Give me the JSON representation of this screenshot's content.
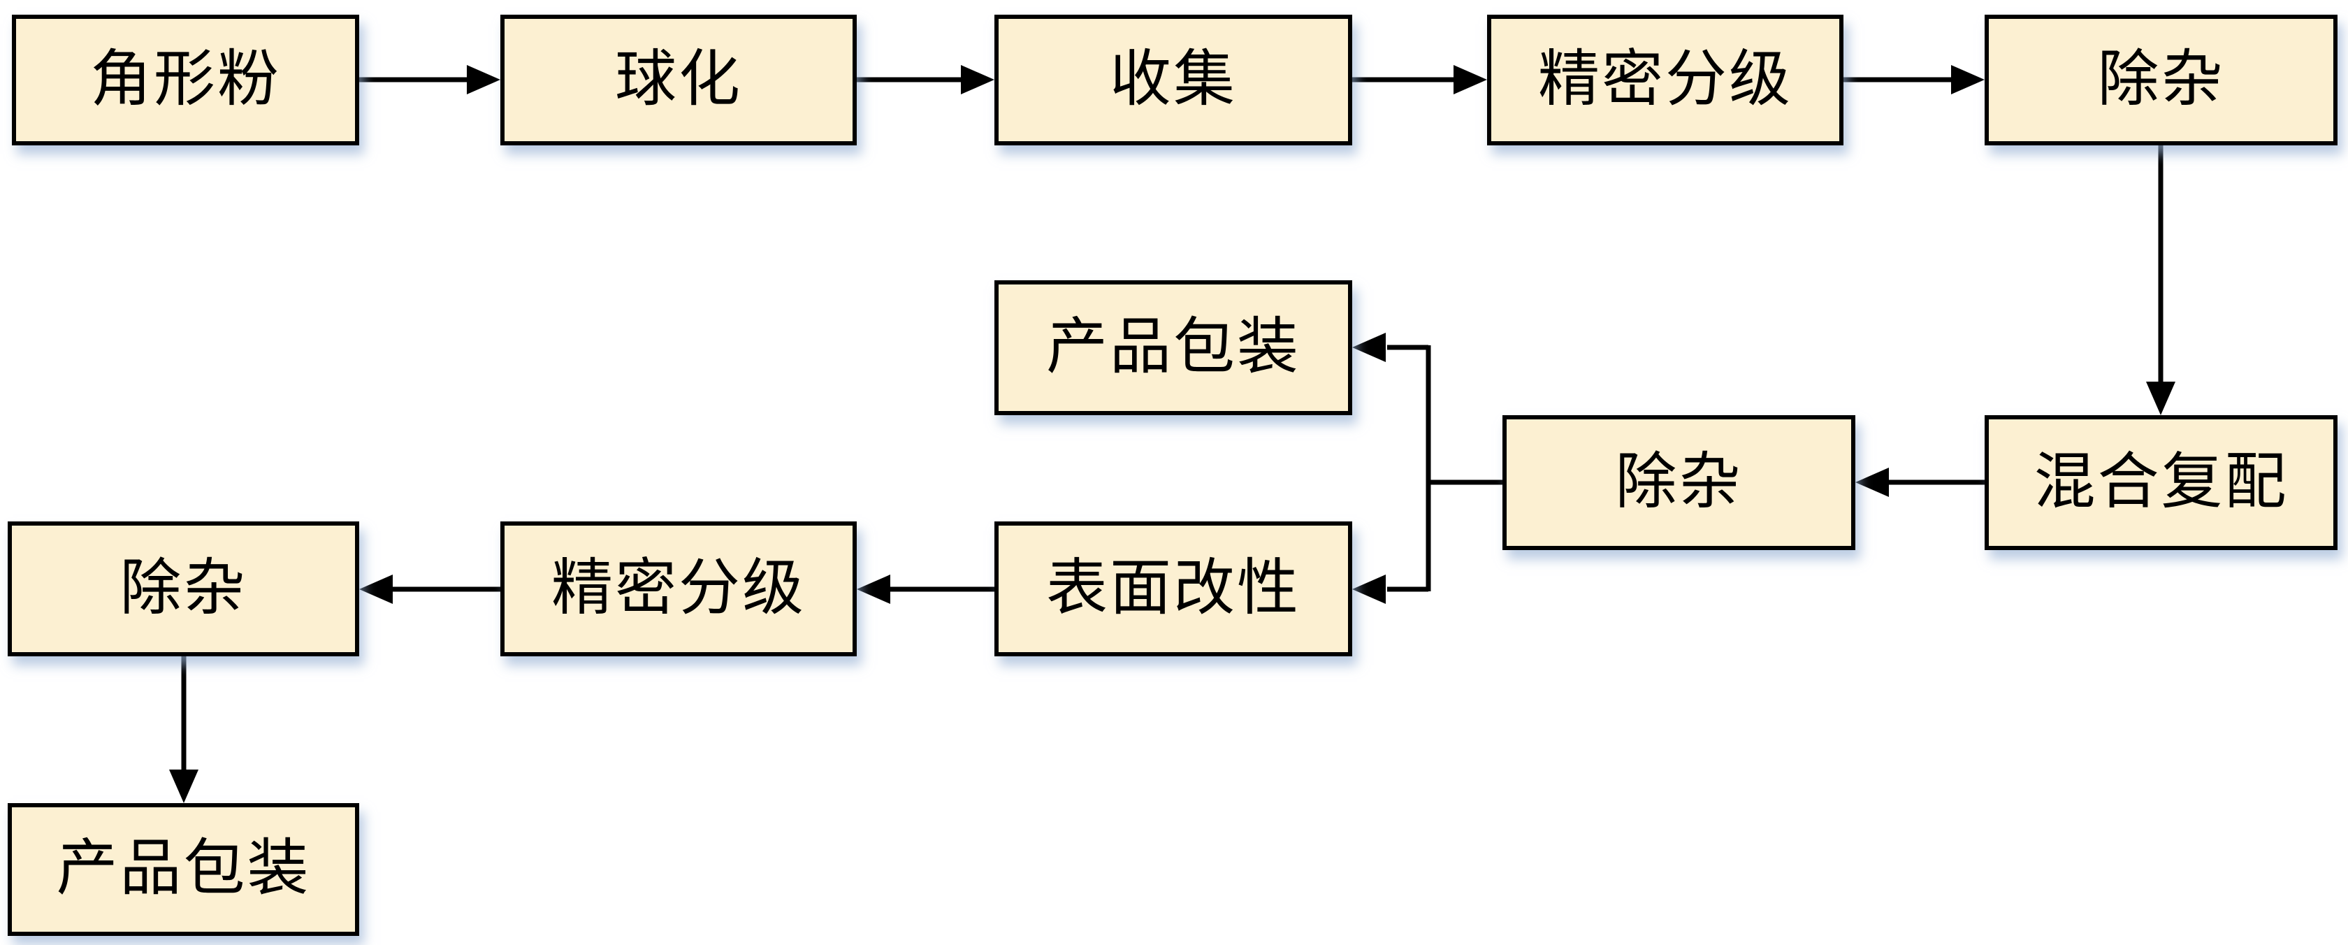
{
  "diagram": {
    "nodes": {
      "angular-powder": {
        "label": "角形粉"
      },
      "spheroidization": {
        "label": "球化"
      },
      "collection": {
        "label": "收集"
      },
      "precision-classification-1": {
        "label": "精密分级"
      },
      "impurity-removal-1": {
        "label": "除杂"
      },
      "mixing-compounding": {
        "label": "混合复配"
      },
      "impurity-removal-2": {
        "label": "除杂"
      },
      "product-packaging-1": {
        "label": "产品包装"
      },
      "surface-modification": {
        "label": "表面改性"
      },
      "precision-classification-2": {
        "label": "精密分级"
      },
      "impurity-removal-3": {
        "label": "除杂"
      },
      "product-packaging-2": {
        "label": "产品包装"
      }
    },
    "edges": [
      {
        "from": "angular-powder",
        "to": "spheroidization"
      },
      {
        "from": "spheroidization",
        "to": "collection"
      },
      {
        "from": "collection",
        "to": "precision-classification-1"
      },
      {
        "from": "precision-classification-1",
        "to": "impurity-removal-1"
      },
      {
        "from": "impurity-removal-1",
        "to": "mixing-compounding"
      },
      {
        "from": "mixing-compounding",
        "to": "impurity-removal-2"
      },
      {
        "from": "impurity-removal-2",
        "to": "product-packaging-1"
      },
      {
        "from": "impurity-removal-2",
        "to": "surface-modification"
      },
      {
        "from": "surface-modification",
        "to": "precision-classification-2"
      },
      {
        "from": "precision-classification-2",
        "to": "impurity-removal-3"
      },
      {
        "from": "impurity-removal-3",
        "to": "product-packaging-2"
      }
    ],
    "colors": {
      "box_fill": "#fcf0d2",
      "box_border": "#000000",
      "arrow": "#000000",
      "shadow": "#96b0d4",
      "background": "#ffffff",
      "text": "#000000"
    }
  }
}
